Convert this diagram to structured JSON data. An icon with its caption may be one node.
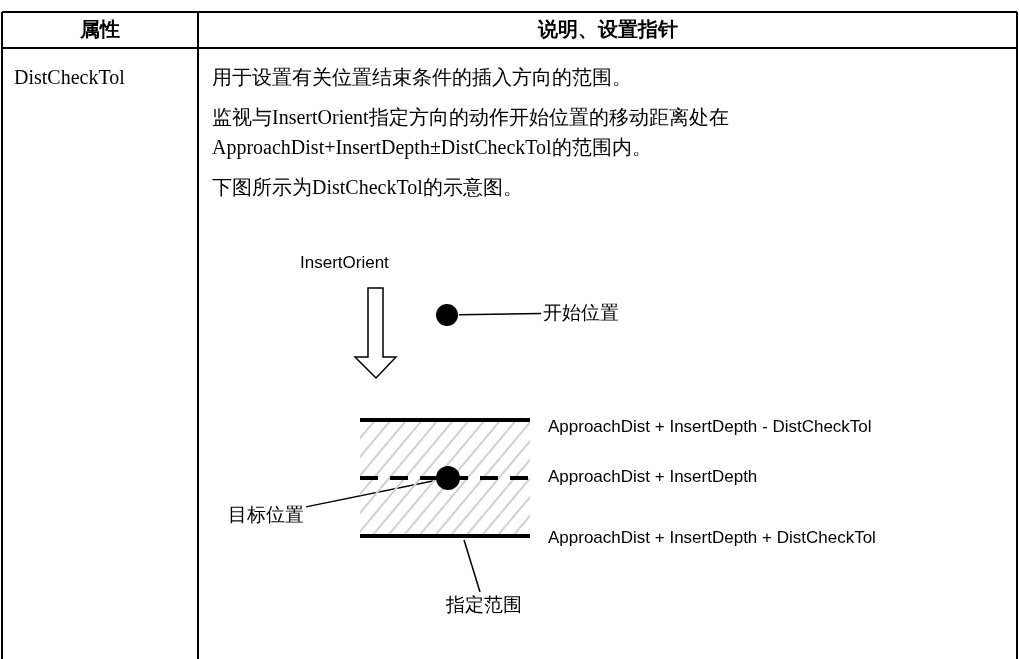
{
  "diagram": {
    "nodes": [
      {
        "text": [],
        "shape": "circle"
      },
      {
        "text": [
          "开始位置"
        ]
      },
      {
        "text": [],
        "shape": "box"
      },
      {
        "text": [],
        "shape": "circle",
        "in": 2
      },
      {
        "text": [
          "目标位置"
        ]
      },
      {
        "text": [
          "指定范围"
        ]
      }
    ],
    "edges": [
      {
        "from": 1,
        "to": 0,
        "arrow": "none"
      },
      {
        "from": 4,
        "to": 3,
        "arrow": "none"
      },
      {
        "from": 5,
        "to": 2,
        "arrow": "none"
      }
    ],
    "labels": [
      "属性",
      "说明、设置指针",
      "DistCheckTol",
      "用于设置有关位置结束条件的插入方向的范围。",
      "监视与InsertOrient指定方向的动作开始位置的移动距离处在ApproachDist+InsertDepth±DistCheckTol的范围内。",
      "下图所示为DistCheckTol的示意图。",
      "InsertOrient",
      "ApproachDist + InsertDepth - DistCheckTol",
      "ApproachDist + InsertDepth",
      "ApproachDist + InsertDepth + DistCheckTol"
    ]
  }
}
